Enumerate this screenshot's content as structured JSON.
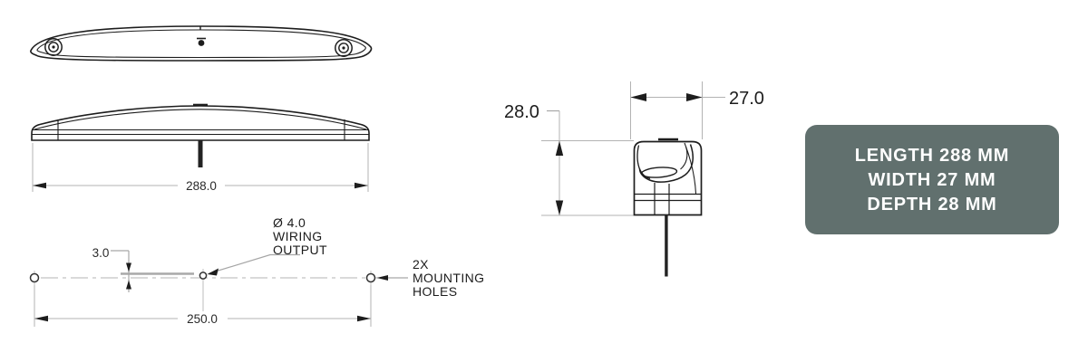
{
  "drawing": {
    "side_view": {
      "length_dim": "288.0"
    },
    "mounting_template": {
      "offset_dim": "3.0",
      "hole_spacing_dim": "250.0",
      "wiring_label": {
        "line1": "Ø 4.0",
        "line2": "WIRING",
        "line3": "OUTPUT"
      },
      "holes_label": {
        "line1": "2X",
        "line2": "MOUNTING",
        "line3": "HOLES"
      }
    },
    "end_view": {
      "depth_dim": "28.0",
      "width_dim": "27.0"
    }
  },
  "spec_badge": {
    "bg_color": "#61706e",
    "text_color": "#ffffff",
    "lines": [
      "LENGTH 288 MM",
      "WIDTH 27 MM",
      "DEPTH 28 MM"
    ]
  },
  "colors": {
    "outline": "#1d1d1d",
    "dimension_lines": "#b3b3b3",
    "background": "#ffffff"
  }
}
